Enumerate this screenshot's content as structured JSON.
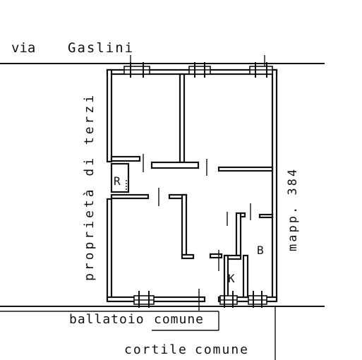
{
  "labels": {
    "street": "via",
    "street_name": "Gaslini",
    "third_party": "proprietà di terzi",
    "map_ref": "mapp. 384",
    "gallery": "ballatoio",
    "gallery_common": "comune",
    "courtyard": "cortile",
    "courtyard_common": "comune",
    "room_r": "R",
    "room_b": "B",
    "room_k": "K"
  }
}
